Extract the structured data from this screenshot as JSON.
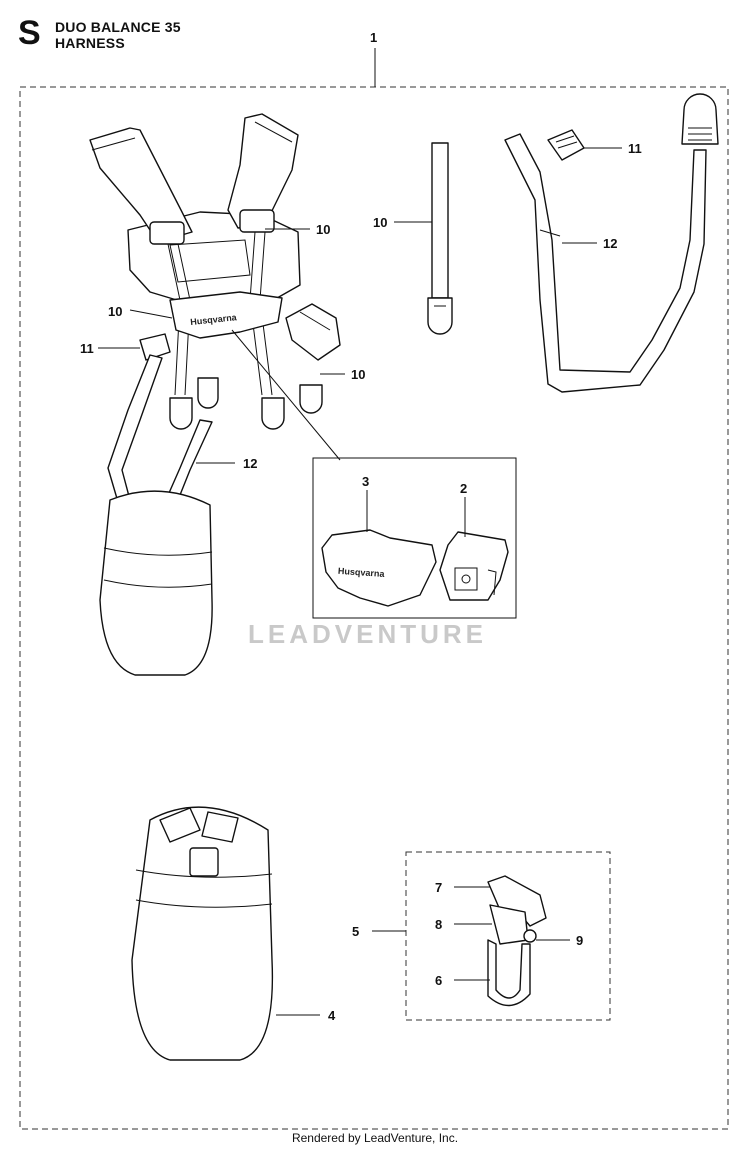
{
  "header": {
    "sheet_letter": "S",
    "title_line1": "DUO BALANCE 35",
    "title_line2": "HARNESS"
  },
  "assembly": {
    "main_number": "1"
  },
  "callouts": {
    "c10_left_top": "10",
    "c10_left_mid": "10",
    "c11_left": "11",
    "c10_right_belt": "10",
    "c12_left": "12",
    "c10_strap": "10",
    "c11_top_right": "11",
    "c12_right": "12",
    "c3": "3",
    "c2": "2",
    "c7": "7",
    "c8": "8",
    "c9": "9",
    "c5": "5",
    "c6": "6",
    "c4": "4"
  },
  "brand_text": {
    "harness_logo": "Husqvarna",
    "detail_logo": "Husqvarna"
  },
  "watermark": "LEADVENTURE",
  "footer": "Rendered by LeadVenture, Inc."
}
